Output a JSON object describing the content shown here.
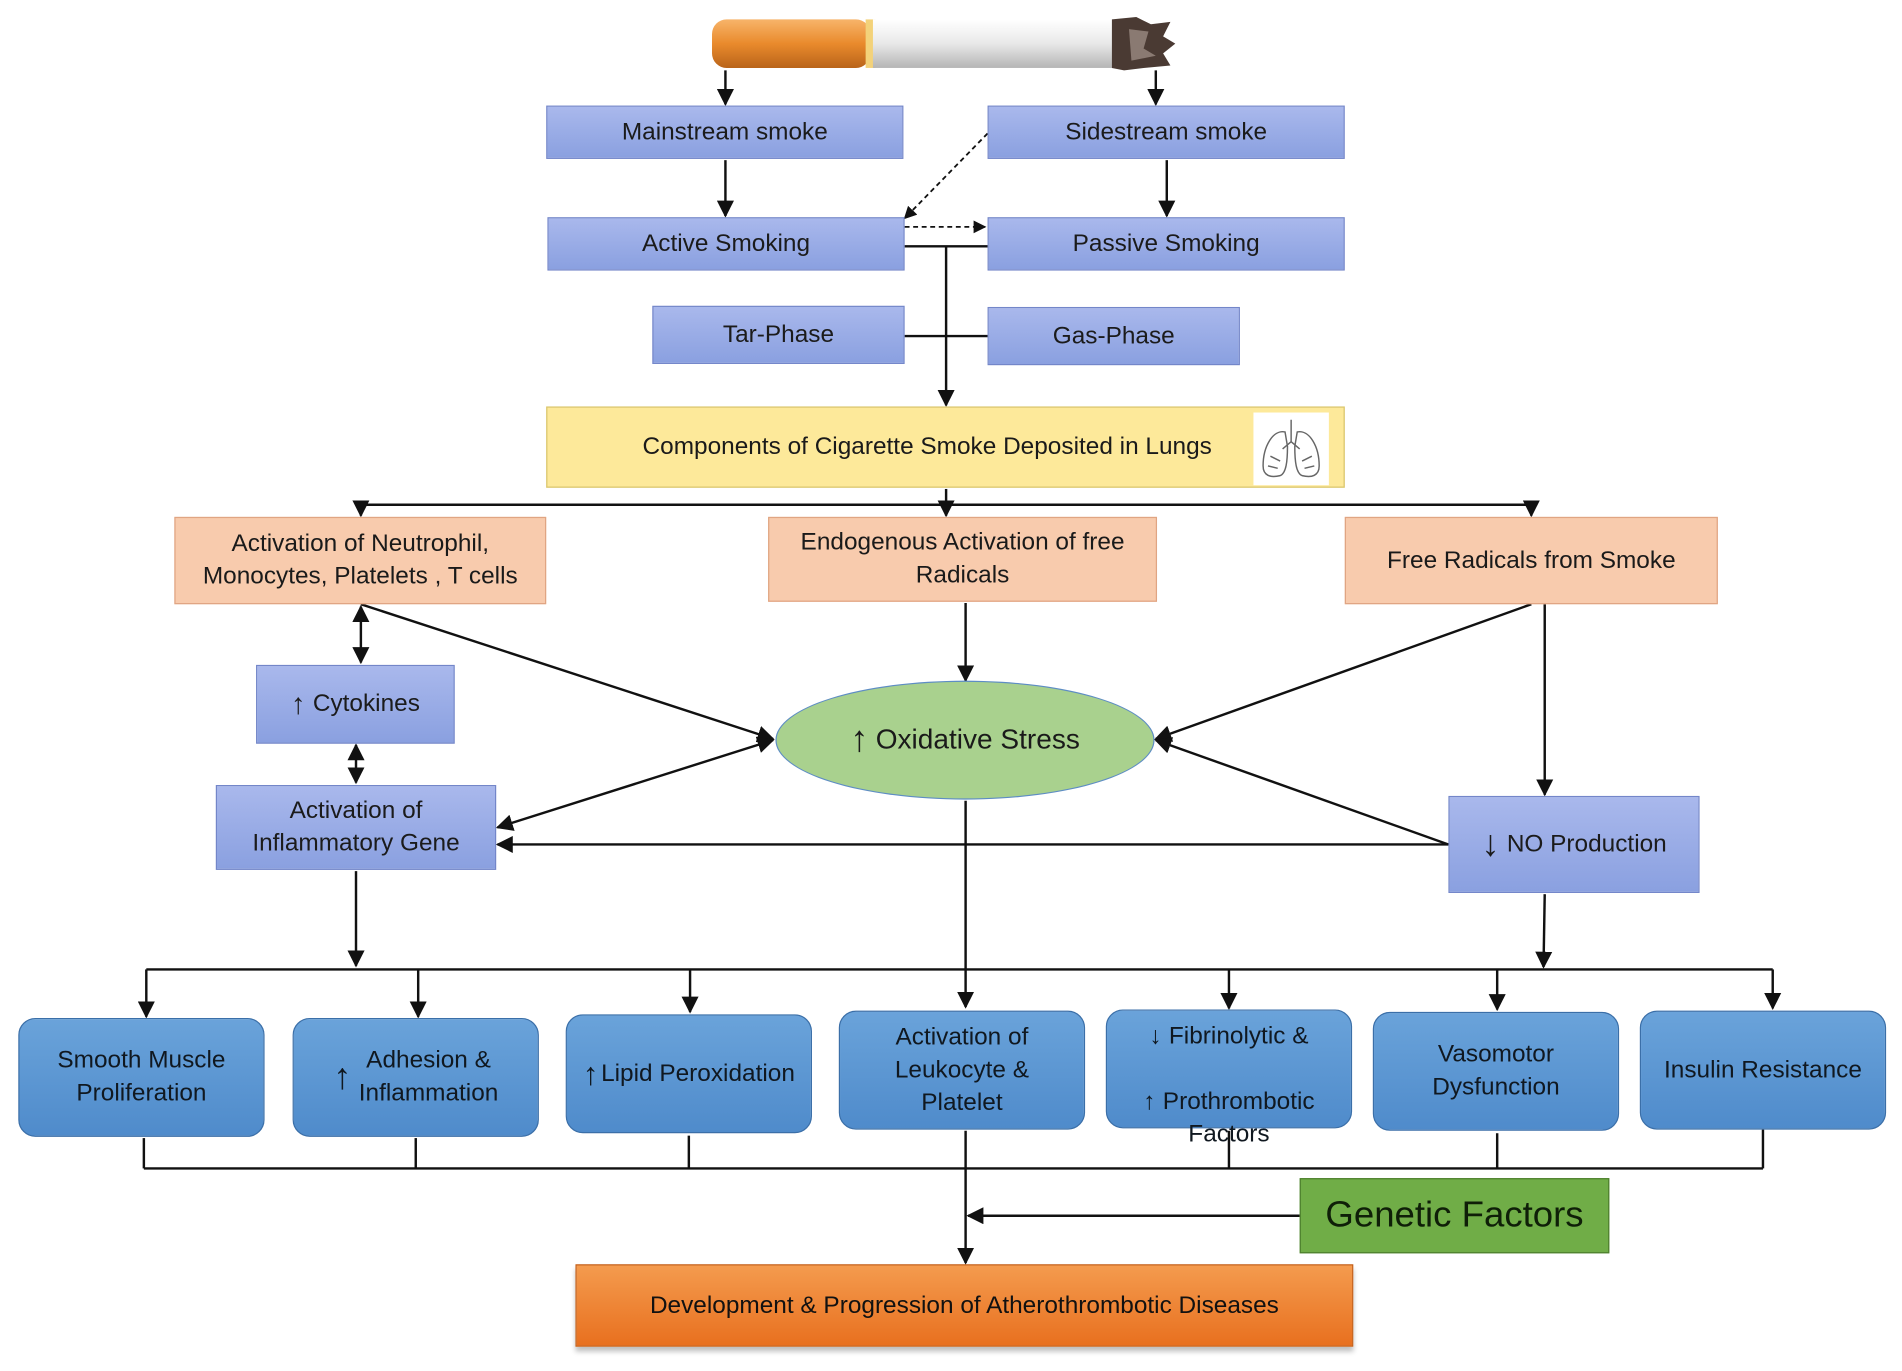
{
  "nodes": {
    "mainstream": "Mainstream smoke",
    "sidestream": "Sidestream smoke",
    "active": "Active Smoking",
    "passive": "Passive Smoking",
    "tar": "Tar-Phase",
    "gas": "Gas-Phase",
    "components": "Components of Cigarette Smoke Deposited in Lungs",
    "neutrophil": "Activation of Neutrophil,\nMonocytes, Platelets , T cells",
    "endogenous": "Endogenous Activation  of  free\nRadicals",
    "free_radicals": "Free Radicals from Smoke",
    "cytokines": "Cytokines",
    "oxidative": "Oxidative Stress",
    "inflammatory_gene": "Activation of\nInflammatory Gene",
    "no_production": "NO Production",
    "smooth_muscle": "Smooth Muscle\nProliferation",
    "adhesion": "Adhesion &\nInflammation",
    "lipid": "Lipid Peroxidation",
    "leukocyte": "Activation of\nLeukocyte &\nPlatelet",
    "fibrinolytic_1": "Fibrinolytic &",
    "fibrinolytic_2": "Prothrombotic",
    "fibrinolytic_3": "Factors",
    "vasomotor": "Vasomotor\nDysfunction",
    "insulin": "Insulin Resistance",
    "genetic": "Genetic Factors",
    "development": "Development & Progression of Atherothrombotic Diseases"
  },
  "indicators": {
    "up": "↑",
    "down": "↓"
  },
  "icons": [
    "cigarette-icon",
    "lungs-icon"
  ],
  "colors": {
    "purple_box": "#8aa0e0",
    "yellow_box": "#fde99a",
    "peach_box": "#f8cbad",
    "blue_box": "#4f8bcb",
    "ellipse": "#a9d18e",
    "genetic_box": "#70ad47",
    "outcome_box": "#e8701f"
  }
}
